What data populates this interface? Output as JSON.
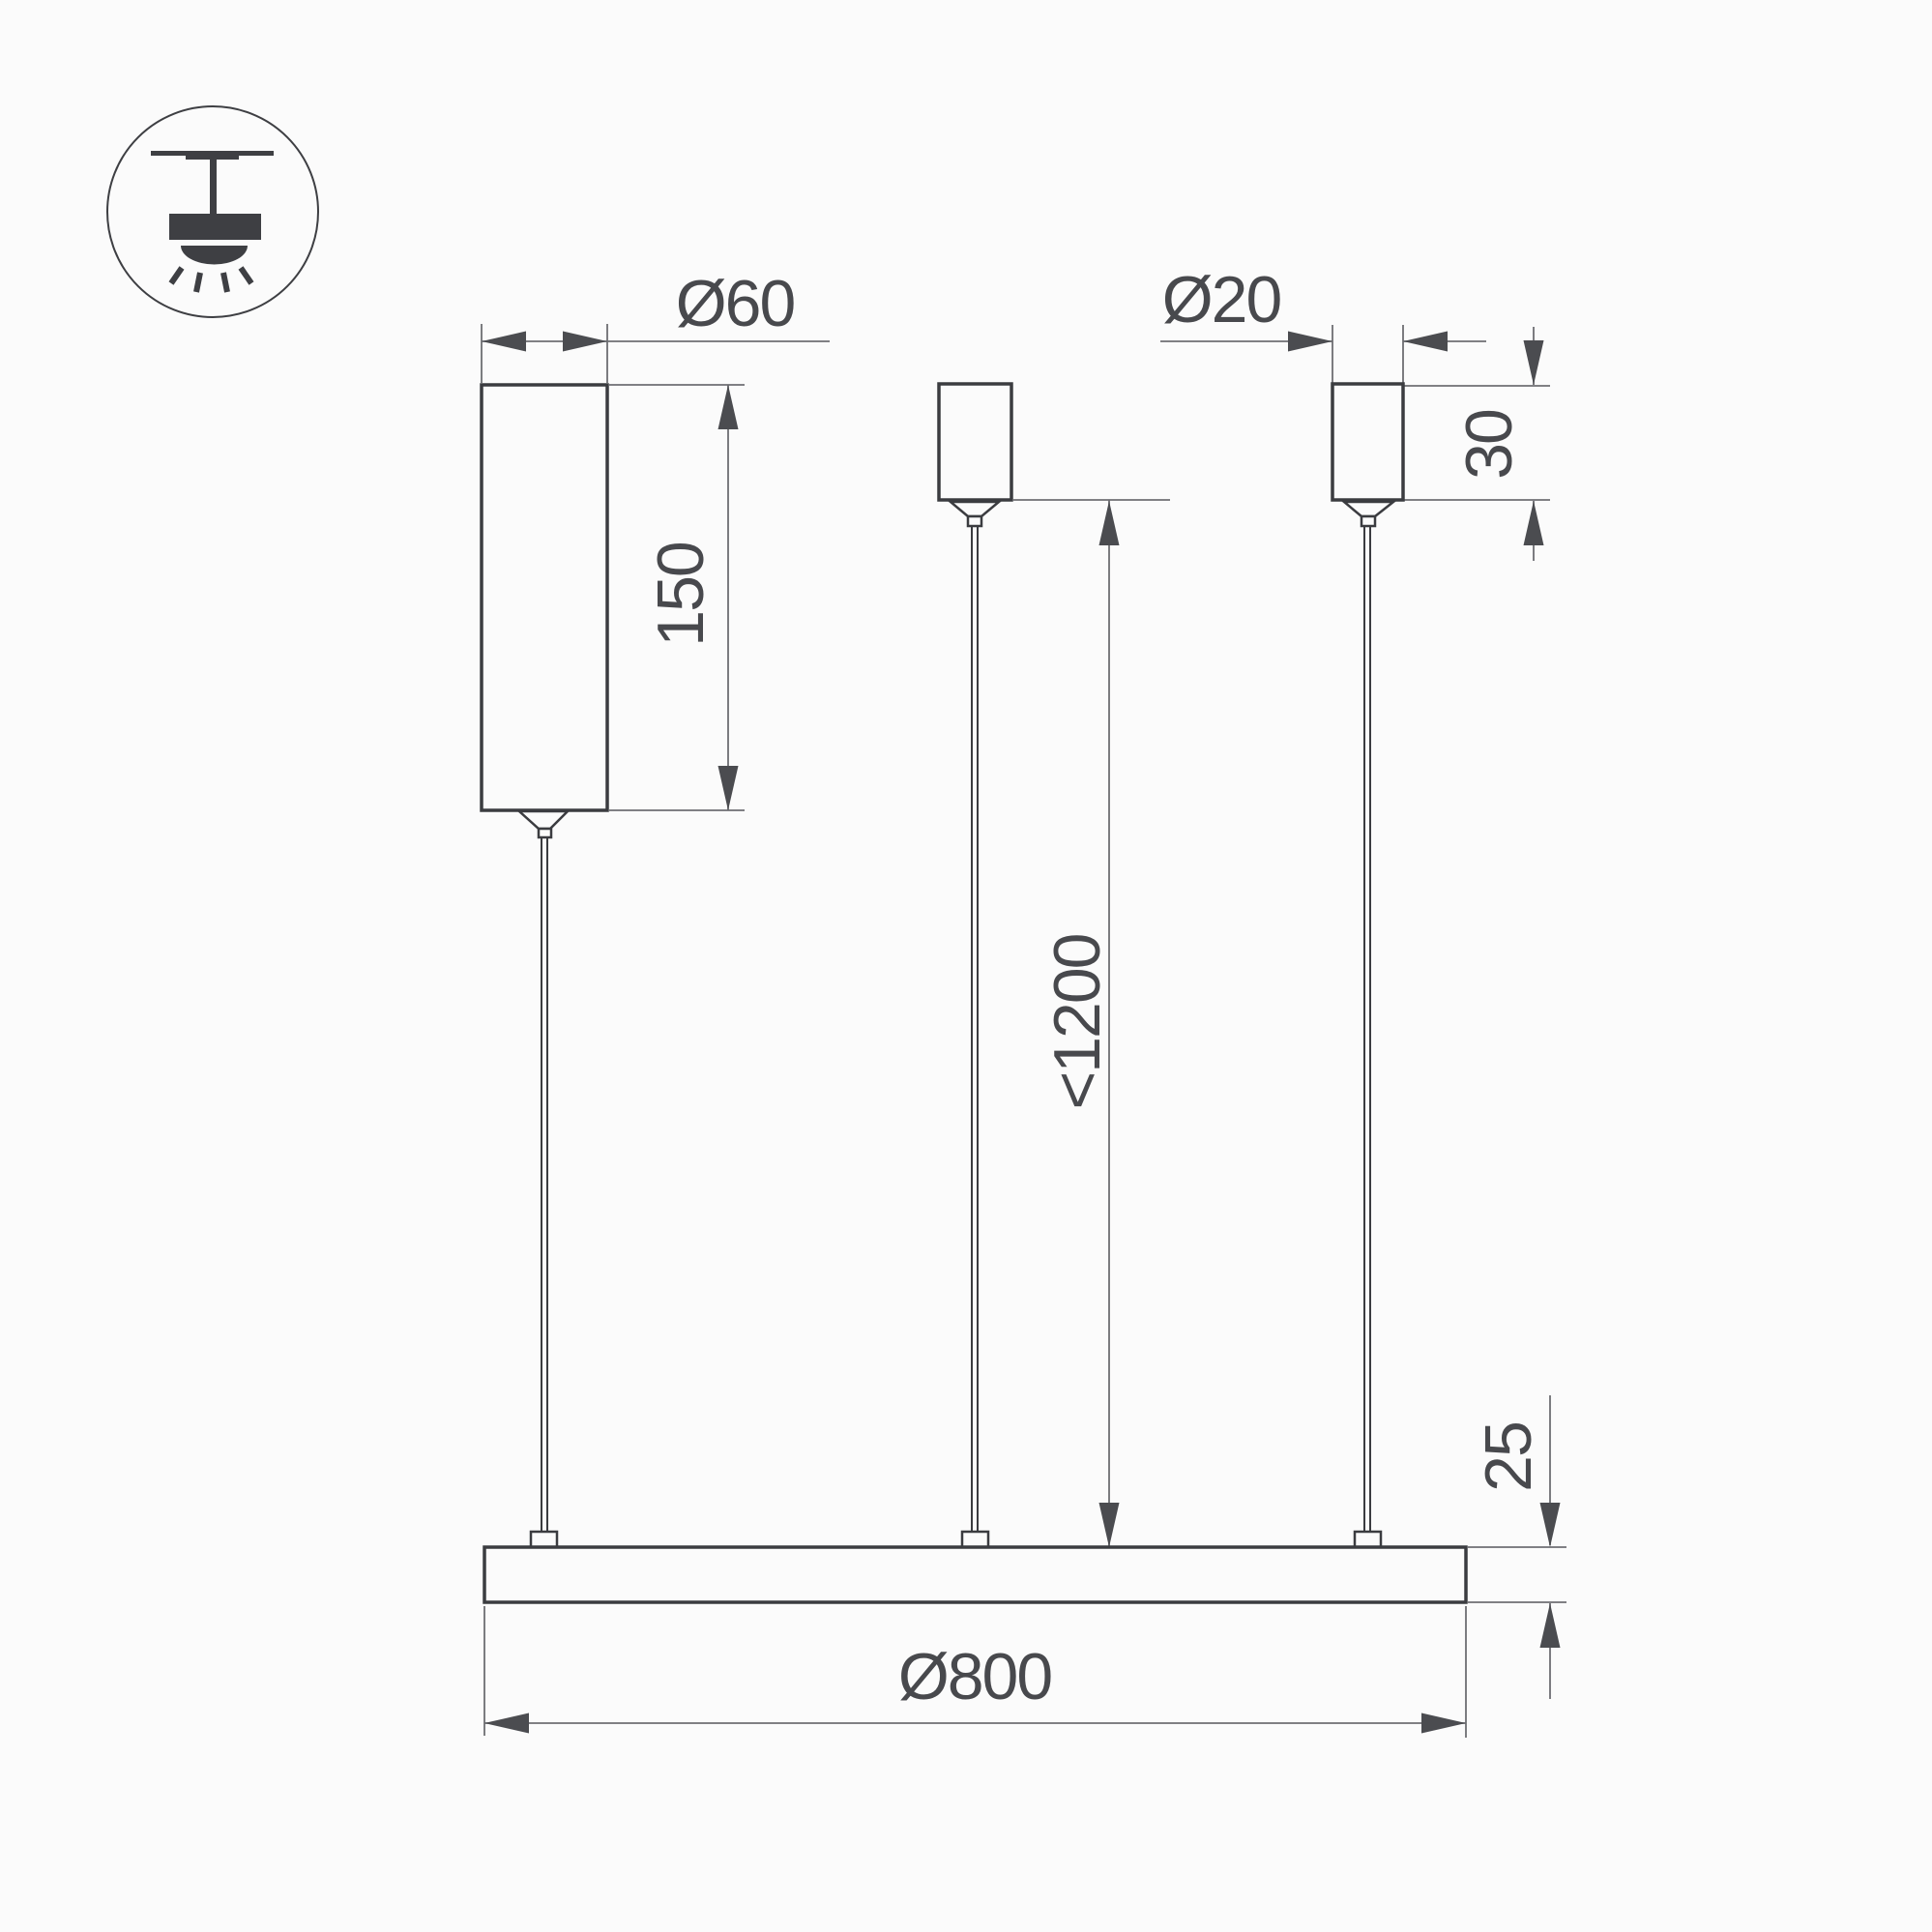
{
  "colors": {
    "background": "#fbfbfb",
    "part_outline": "#3b3c40",
    "dimension_line": "#6e6f73",
    "arrow": "#4b4c50",
    "label_text": "#48494d",
    "icon": "#3e3f43"
  },
  "labels": {
    "driver_diameter": "Ø60",
    "driver_height": "150",
    "canopy_diameter": "Ø20",
    "canopy_height": "30",
    "suspension_max_length": "<1200",
    "lamp_profile_height": "25",
    "lamp_diameter": "Ø800"
  }
}
